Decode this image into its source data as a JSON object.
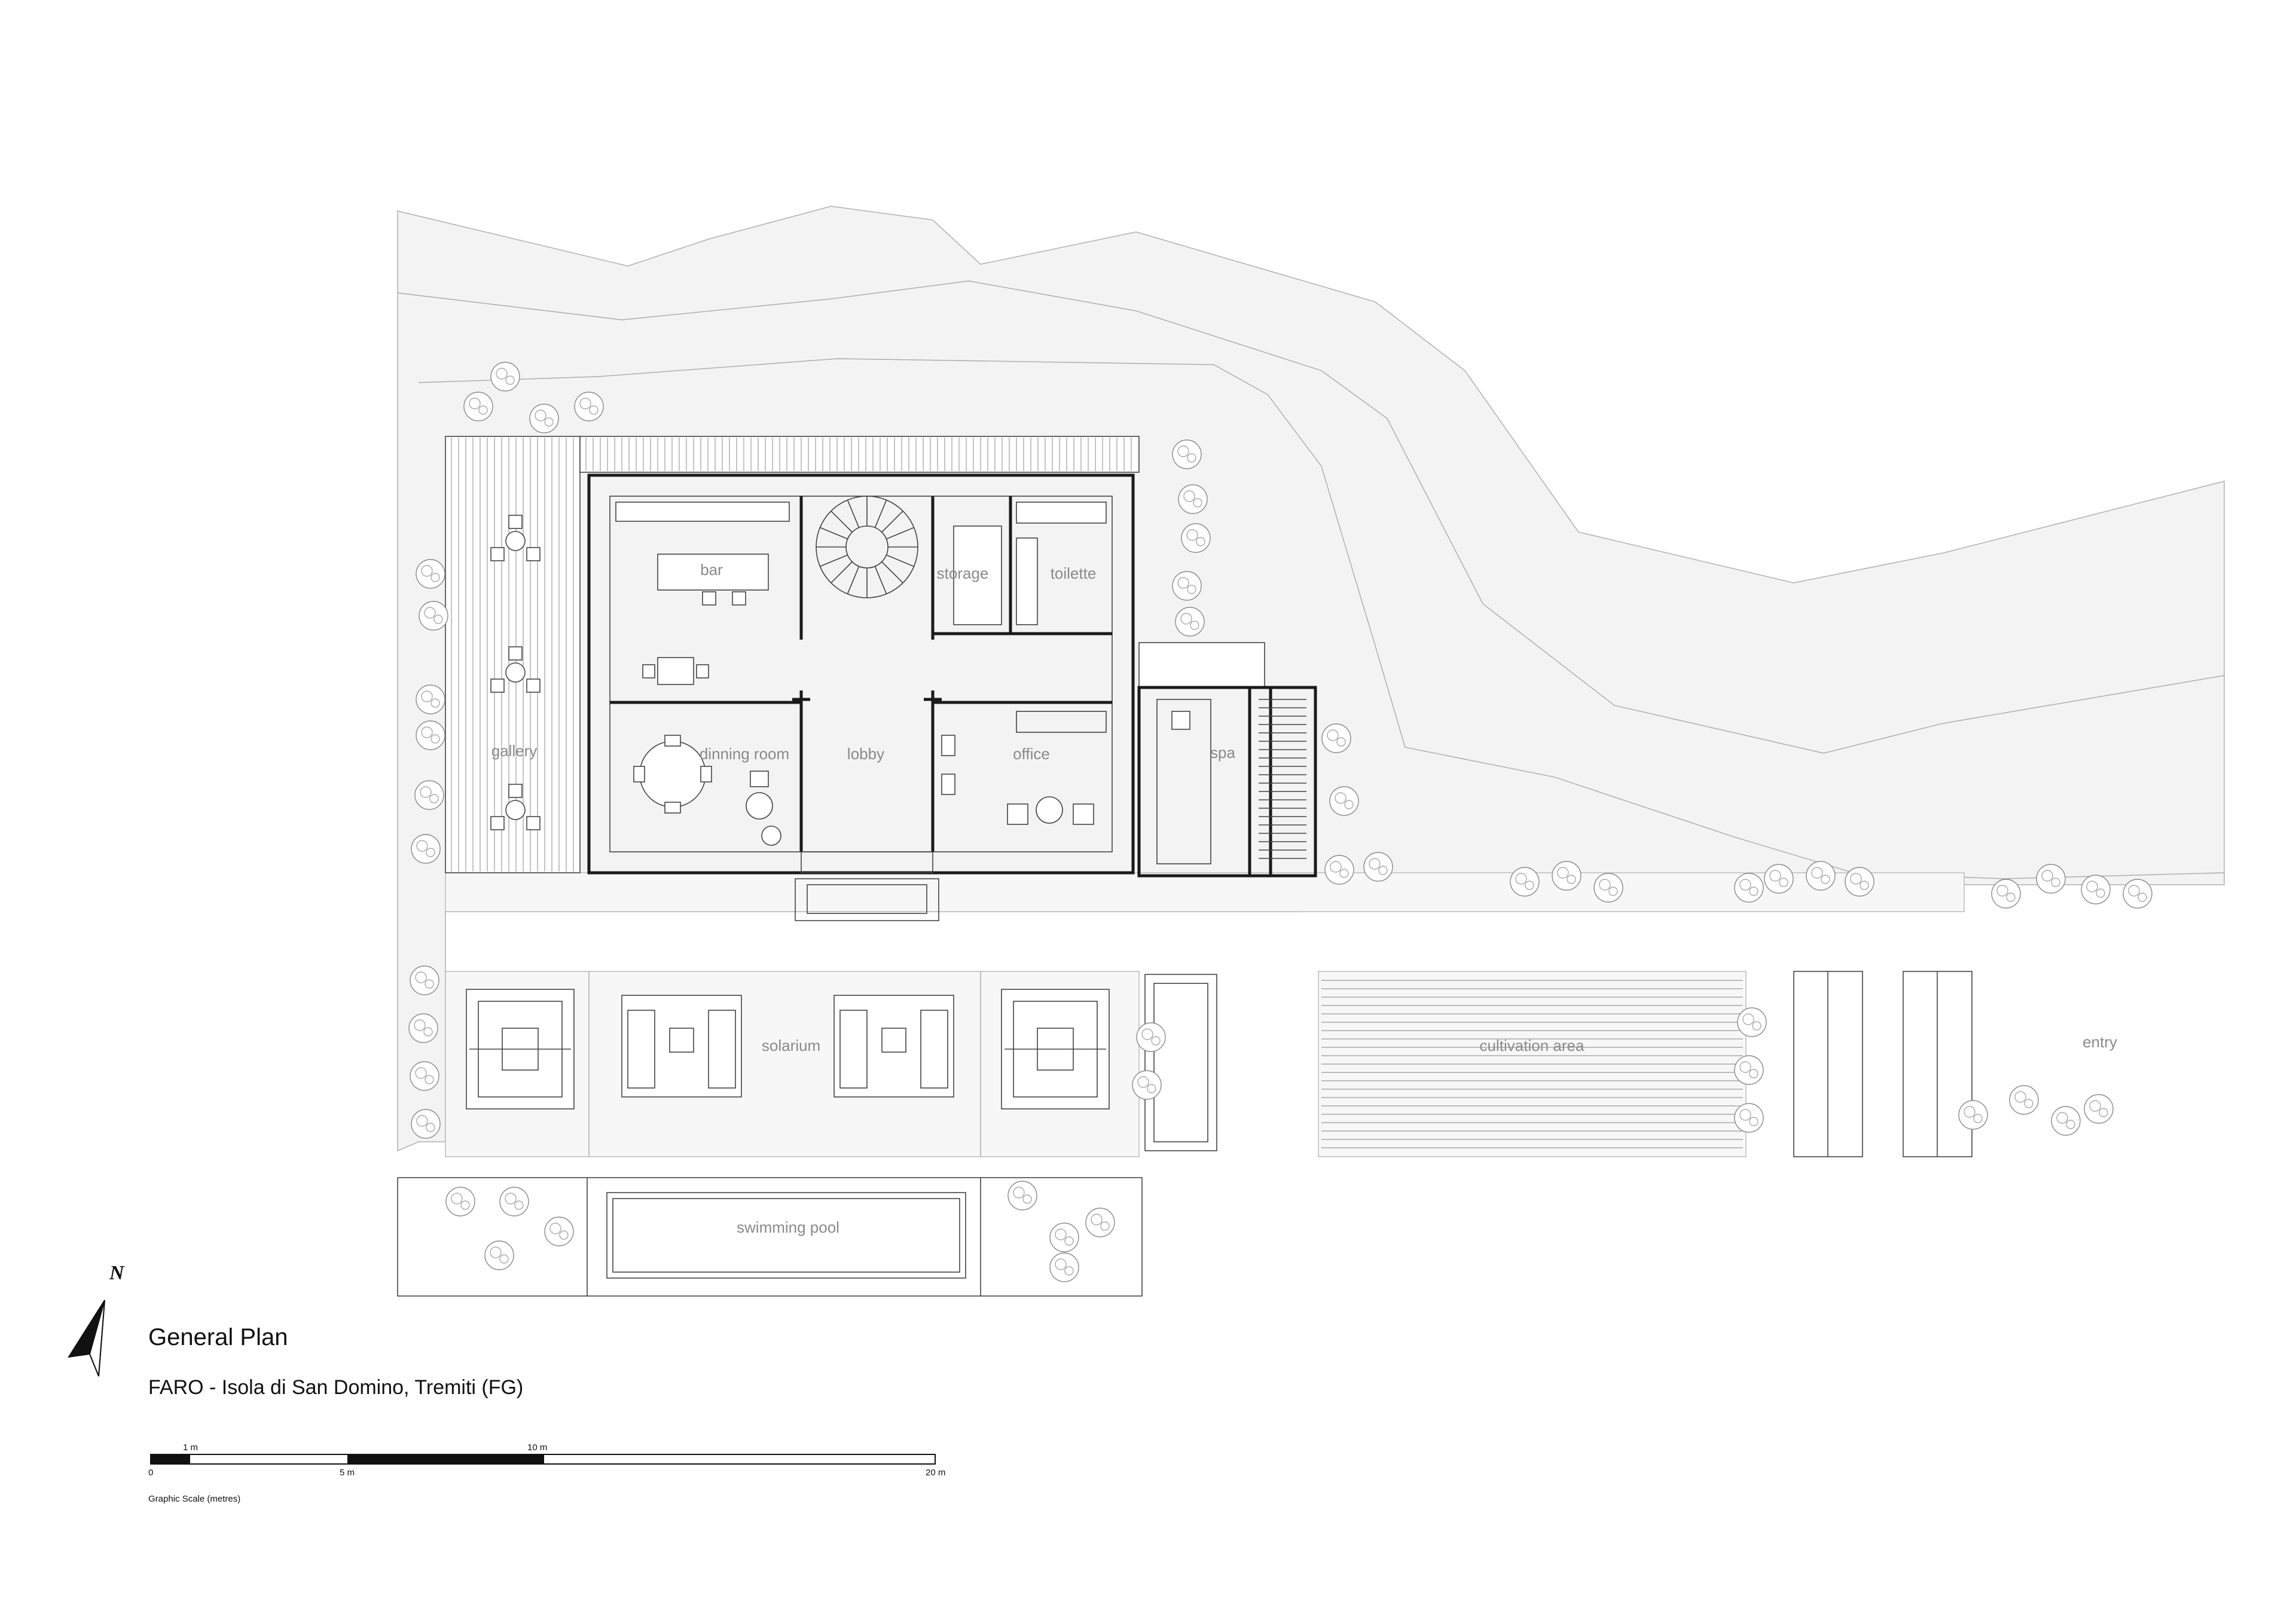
{
  "rooms": {
    "bar": "bar",
    "storage": "storage",
    "toilette": "toilette",
    "gallery": "gallery",
    "dinning_room": "dinning room",
    "lobby": "lobby",
    "office": "office",
    "spa": "spa",
    "solarium": "solarium",
    "cultivation_area": "cultivation area",
    "entry": "entry",
    "swimming_pool": "swimming pool"
  },
  "title": {
    "main": "General Plan",
    "subtitle": "FARO - Isola di San Domino, Tremiti (FG)"
  },
  "north_arrow": {
    "label": "N"
  },
  "scale": {
    "ticks_top": [
      "1 m",
      "10 m"
    ],
    "ticks_bottom": [
      "0",
      "5 m",
      "20 m"
    ],
    "caption": "Graphic Scale (metres)"
  },
  "colors": {
    "line": "#1a1a1a",
    "label": "#8a8a8a",
    "ground": "#f3f3f3"
  }
}
